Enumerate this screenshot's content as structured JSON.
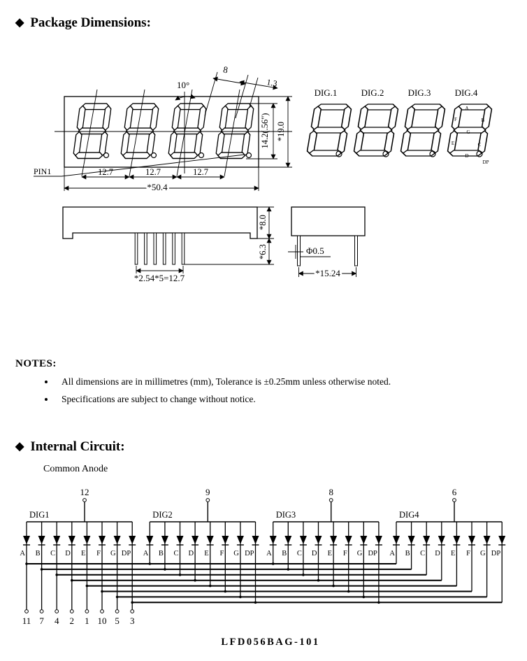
{
  "page": {
    "part_number": "LFD056BAG-101"
  },
  "package_dimensions": {
    "bullet": "◆",
    "heading": "Package Dimensions:",
    "front_view": {
      "pin1_label": "PIN1",
      "tilt_angle": "10°",
      "digit_width": "8",
      "segment_width": "1.3",
      "digit_pitch": [
        "12.7",
        "12.7",
        "12.7"
      ],
      "total_width": "*50.4",
      "digit_height": "14.2(.56\")",
      "total_height": "*19.0"
    },
    "digit_views": {
      "labels": [
        "DIG.1",
        "DIG.2",
        "DIG.3",
        "DIG.4"
      ],
      "segment_labels": [
        "A",
        "B",
        "C",
        "D",
        "E",
        "F",
        "G",
        "DP"
      ]
    },
    "side_view": {
      "body_height": "*8.0",
      "lead_length": "*6.3",
      "lead_pitch": "*2.54*5=12.7"
    },
    "end_view": {
      "lead_diameter": "Φ0.5",
      "width": "*15.24"
    }
  },
  "notes": {
    "heading": "NOTES:",
    "items": [
      "All dimensions are in millimetres (mm), Tolerance is ±0.25mm unless otherwise noted.",
      "Specifications are subject to change without notice."
    ]
  },
  "internal_circuit": {
    "bullet": "◆",
    "heading": "Internal Circuit:",
    "subtitle": "Common Anode",
    "segment_labels": [
      "A",
      "B",
      "C",
      "D",
      "E",
      "F",
      "G",
      "DP"
    ],
    "digit_groups": [
      {
        "label": "DIG1",
        "anode_pin": "12"
      },
      {
        "label": "DIG2",
        "anode_pin": "9"
      },
      {
        "label": "DIG3",
        "anode_pin": "8"
      },
      {
        "label": "DIG4",
        "anode_pin": "6"
      }
    ],
    "bottom_pins": [
      "11",
      "7",
      "4",
      "2",
      "1",
      "10",
      "5",
      "3"
    ]
  }
}
